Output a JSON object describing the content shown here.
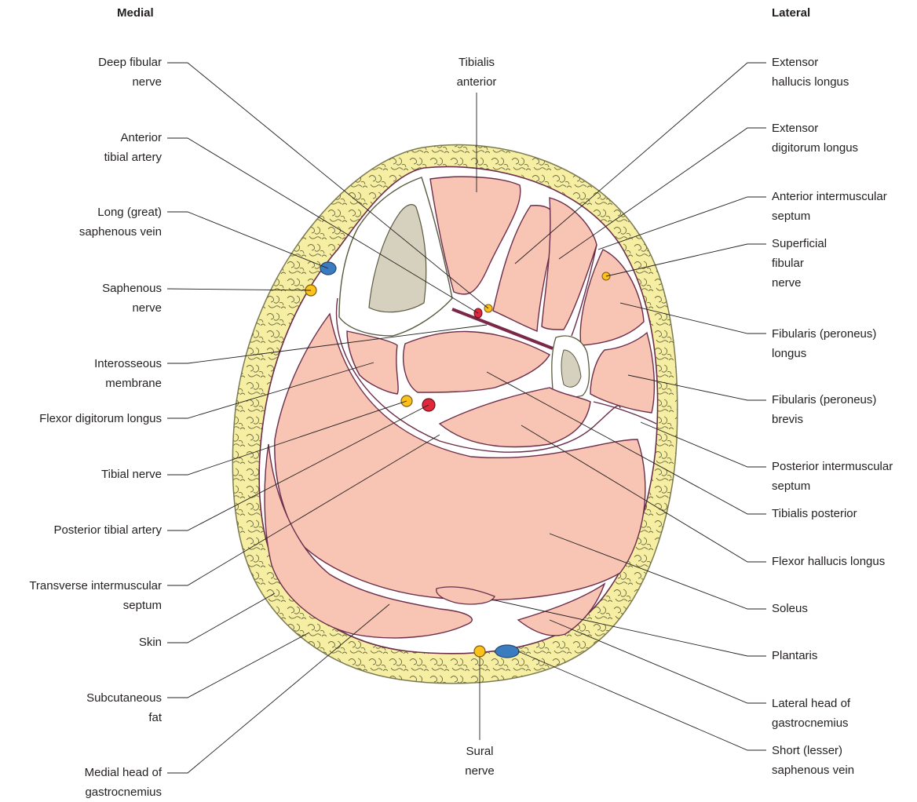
{
  "headings": {
    "medial": "Medial",
    "lateral": "Lateral"
  },
  "labels": {
    "deep_fibular_nerve": [
      "Deep fibular",
      "nerve"
    ],
    "anterior_tibial_artery": [
      "Anterior",
      "tibial artery"
    ],
    "long_saphenous_vein": [
      "Long (great)",
      "saphenous vein"
    ],
    "saphenous_nerve": [
      "Saphenous",
      "nerve"
    ],
    "interosseous_membrane": [
      "Interosseous",
      "membrane"
    ],
    "flexor_digitorum_longus": [
      "Flexor digitorum longus"
    ],
    "tibial_nerve": [
      "Tibial nerve"
    ],
    "posterior_tibial_artery": [
      "Posterior tibial artery"
    ],
    "transverse_intermuscular_septum": [
      "Transverse intermuscular",
      "septum"
    ],
    "skin": [
      "Skin"
    ],
    "subcutaneous_fat": [
      "Subcutaneous",
      "fat"
    ],
    "medial_head_gastrocnemius": [
      "Medial head of",
      "gastrocnemius"
    ],
    "tibialis_anterior": [
      "Tibialis",
      "anterior"
    ],
    "sural_nerve": [
      "Sural",
      "nerve"
    ],
    "extensor_hallucis_longus": [
      "Extensor",
      "hallucis longus"
    ],
    "extensor_digitorum_longus": [
      "Extensor",
      "digitorum longus"
    ],
    "anterior_intermuscular_septum": [
      "Anterior intermuscular",
      "septum"
    ],
    "superficial_fibular_nerve": [
      "Superficial",
      "fibular",
      "nerve"
    ],
    "fibularis_longus": [
      "Fibularis (peroneus)",
      "longus"
    ],
    "fibularis_brevis": [
      "Fibularis (peroneus)",
      "brevis"
    ],
    "posterior_intermuscular_septum": [
      "Posterior intermuscular",
      "septum"
    ],
    "tibialis_posterior": [
      "Tibialis posterior"
    ],
    "flexor_hallucis_longus": [
      "Flexor hallucis longus"
    ],
    "soleus": [
      "Soleus"
    ],
    "plantaris": [
      "Plantaris"
    ],
    "lateral_head_gastrocnemius": [
      "Lateral head of",
      "gastrocnemius"
    ],
    "short_saphenous_vein": [
      "Short (lesser)",
      "saphenous vein"
    ]
  },
  "colors": {
    "fat": "#f6eea2",
    "fat_outline": "#7b7b52",
    "muscle": "#f8c4b4",
    "muscle_outline": "#6b2d4a",
    "bone": "#ffffff",
    "marrow": "#d6d0be",
    "nerve": "#fcc21b",
    "artery": "#e0283a",
    "vein": "#3b7bc0",
    "membrane": "#7a2748",
    "leader": "#231f20"
  }
}
